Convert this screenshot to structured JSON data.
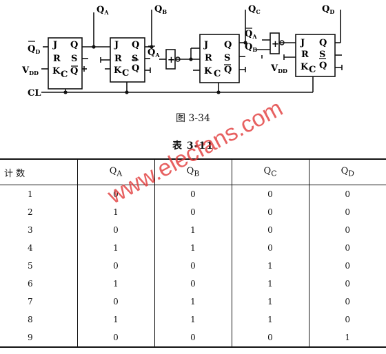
{
  "circuit": {
    "outputs": {
      "qa": {
        "main": "Q",
        "sub": "A"
      },
      "qb": {
        "main": "Q",
        "sub": "B"
      },
      "qc": {
        "main": "Q",
        "sub": "C"
      },
      "qd": {
        "main": "Q",
        "sub": "D"
      }
    },
    "input_qd_bar": {
      "main": "Q",
      "sub": "D"
    },
    "vdd": {
      "main": "V",
      "sub": "DD"
    },
    "clock": "CL",
    "gate_inputs": {
      "qa": {
        "main": "Q",
        "sub": "A"
      },
      "qa_bar": {
        "main": "Q",
        "sub": "A"
      },
      "qb": {
        "main": "Q",
        "sub": "B"
      }
    },
    "gate_symbol": "+",
    "pins": {
      "j": "J",
      "k": "K",
      "r": "R",
      "c": "C",
      "q": "Q",
      "s": "S",
      "qbar": "Q"
    }
  },
  "figure_caption": "图 3-34",
  "table_title": "表 3-11",
  "table": {
    "headers": [
      {
        "main": "计    数",
        "sub": ""
      },
      {
        "main": "Q",
        "sub": "A"
      },
      {
        "main": "Q",
        "sub": "B"
      },
      {
        "main": "Q",
        "sub": "C"
      },
      {
        "main": "Q",
        "sub": "D"
      }
    ],
    "rows": [
      [
        "1",
        "0",
        "0",
        "0",
        "0"
      ],
      [
        "2",
        "1",
        "0",
        "0",
        "0"
      ],
      [
        "3",
        "0",
        "1",
        "0",
        "0"
      ],
      [
        "4",
        "1",
        "1",
        "0",
        "0"
      ],
      [
        "5",
        "0",
        "0",
        "1",
        "0"
      ],
      [
        "6",
        "1",
        "0",
        "1",
        "0"
      ],
      [
        "7",
        "0",
        "1",
        "1",
        "0"
      ],
      [
        "8",
        "1",
        "1",
        "1",
        "0"
      ],
      [
        "9",
        "0",
        "0",
        "0",
        "1"
      ]
    ]
  },
  "watermark": "www.elecfans.com"
}
